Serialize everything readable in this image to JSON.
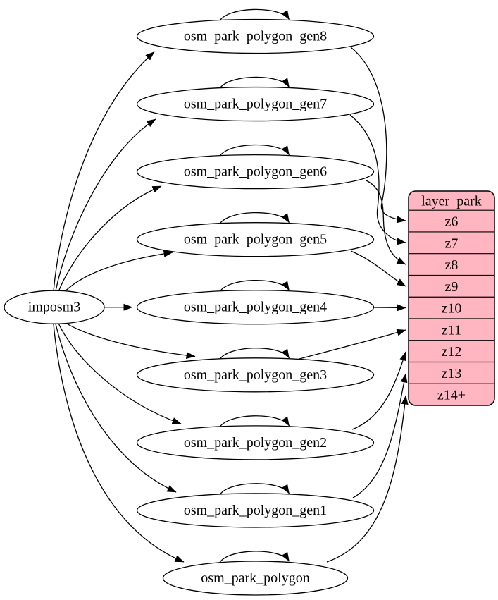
{
  "graph": {
    "source": {
      "id": "imposm3",
      "label": "imposm3"
    },
    "tables": [
      {
        "id": "osm_park_polygon_gen8",
        "label": "osm_park_polygon_gen8"
      },
      {
        "id": "osm_park_polygon_gen7",
        "label": "osm_park_polygon_gen7"
      },
      {
        "id": "osm_park_polygon_gen6",
        "label": "osm_park_polygon_gen6"
      },
      {
        "id": "osm_park_polygon_gen5",
        "label": "osm_park_polygon_gen5"
      },
      {
        "id": "osm_park_polygon_gen4",
        "label": "osm_park_polygon_gen4"
      },
      {
        "id": "osm_park_polygon_gen3",
        "label": "osm_park_polygon_gen3"
      },
      {
        "id": "osm_park_polygon_gen2",
        "label": "osm_park_polygon_gen2"
      },
      {
        "id": "osm_park_polygon_gen1",
        "label": "osm_park_polygon_gen1"
      },
      {
        "id": "osm_park_polygon",
        "label": "osm_park_polygon"
      }
    ],
    "layer_table": {
      "id": "layer_park",
      "title": "layer_park",
      "rows": [
        "z6",
        "z7",
        "z8",
        "z9",
        "z10",
        "z11",
        "z12",
        "z13",
        "z14+"
      ]
    },
    "edges": {
      "from_source": [
        "osm_park_polygon_gen8",
        "osm_park_polygon_gen7",
        "osm_park_polygon_gen6",
        "osm_park_polygon_gen5",
        "osm_park_polygon_gen4",
        "osm_park_polygon_gen3",
        "osm_park_polygon_gen2",
        "osm_park_polygon_gen1",
        "osm_park_polygon"
      ],
      "self_loops": [
        "osm_park_polygon_gen8",
        "osm_park_polygon_gen7",
        "osm_park_polygon_gen6",
        "osm_park_polygon_gen5",
        "osm_park_polygon_gen4",
        "osm_park_polygon_gen3",
        "osm_park_polygon_gen2",
        "osm_park_polygon_gen1",
        "osm_park_polygon"
      ],
      "to_layer_rows": [
        {
          "from": "osm_park_polygon_gen8",
          "to_row": "z6"
        },
        {
          "from": "osm_park_polygon_gen7",
          "to_row": "z7"
        },
        {
          "from": "osm_park_polygon_gen6",
          "to_row": "z8"
        },
        {
          "from": "osm_park_polygon_gen5",
          "to_row": "z9"
        },
        {
          "from": "osm_park_polygon_gen4",
          "to_row": "z10"
        },
        {
          "from": "osm_park_polygon_gen3",
          "to_row": "z11"
        },
        {
          "from": "osm_park_polygon_gen2",
          "to_row": "z12"
        },
        {
          "from": "osm_park_polygon_gen1",
          "to_row": "z13"
        },
        {
          "from": "osm_park_polygon",
          "to_row": "z14+"
        }
      ]
    },
    "colors": {
      "background": "#ffffff",
      "node_fill": "#ffffff",
      "node_stroke": "#000000",
      "edge_stroke": "#000000",
      "text": "#000000",
      "layer_table_fill": "#ffb6c1",
      "layer_table_stroke": "#000000"
    }
  }
}
